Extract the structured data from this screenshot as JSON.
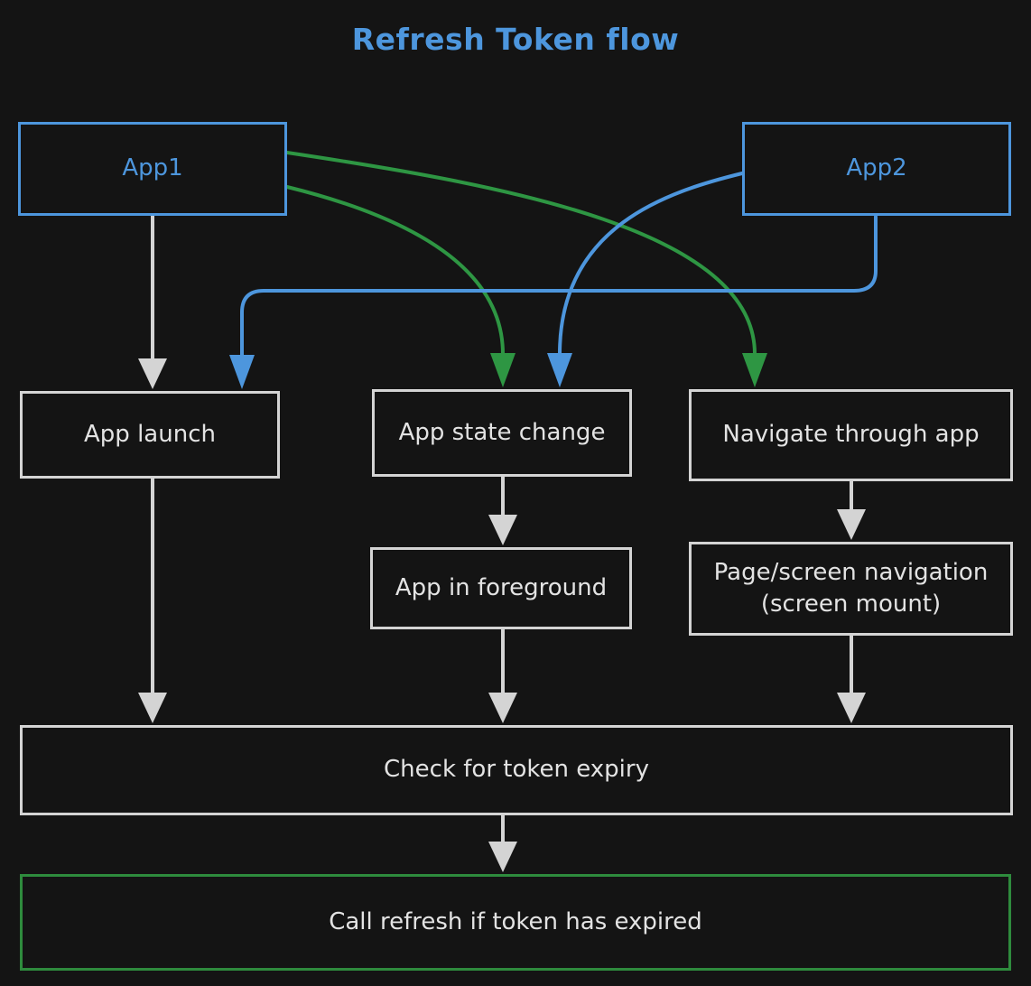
{
  "title": "Refresh Token flow",
  "colors": {
    "background": "#141414",
    "blue": "#4d96dd",
    "green": "#2e9643",
    "box_green": "#2e8b3d",
    "gray": "#d4d4d4",
    "text_light": "#e3e3e3"
  },
  "nodes": {
    "app1": {
      "label": "App1"
    },
    "app2": {
      "label": "App2"
    },
    "app_launch": {
      "label": "App launch"
    },
    "app_state_change": {
      "label": "App state change"
    },
    "navigate_through_app": {
      "label": "Navigate through app"
    },
    "app_in_foreground": {
      "label": "App in foreground"
    },
    "page_screen_navigation": {
      "label": "Page/screen navigation (screen mount)"
    },
    "check_token_expiry": {
      "label": "Check for token expiry"
    },
    "call_refresh": {
      "label": "Call refresh if token has expired"
    }
  },
  "edges": [
    {
      "from": "App1",
      "to": "App launch",
      "color": "gray"
    },
    {
      "from": "App1",
      "to": "App state change",
      "color": "green"
    },
    {
      "from": "App1",
      "to": "Navigate through app",
      "color": "green"
    },
    {
      "from": "App2",
      "to": "App launch",
      "color": "blue"
    },
    {
      "from": "App2",
      "to": "App state change",
      "color": "blue"
    },
    {
      "from": "App launch",
      "to": "Check for token expiry",
      "color": "gray"
    },
    {
      "from": "App state change",
      "to": "App in foreground",
      "color": "gray"
    },
    {
      "from": "App in foreground",
      "to": "Check for token expiry",
      "color": "gray"
    },
    {
      "from": "Navigate through app",
      "to": "Page/screen navigation (screen mount)",
      "color": "gray"
    },
    {
      "from": "Page/screen navigation (screen mount)",
      "to": "Check for token expiry",
      "color": "gray"
    },
    {
      "from": "Check for token expiry",
      "to": "Call refresh if token has expired",
      "color": "gray"
    }
  ]
}
